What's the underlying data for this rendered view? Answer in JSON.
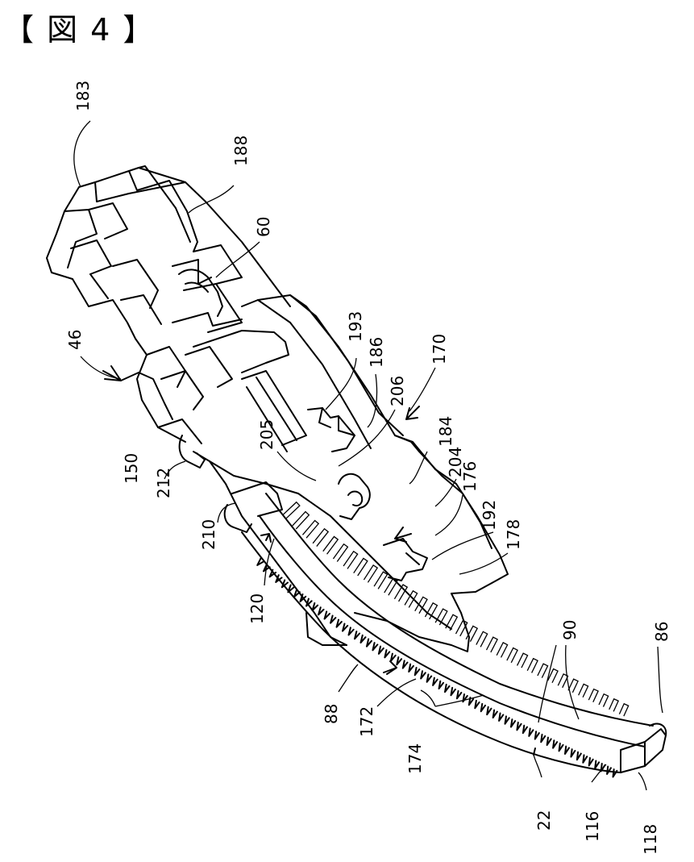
{
  "figure_title": "【 図 4 】",
  "reference_numerals": [
    {
      "id": "183",
      "text": "183"
    },
    {
      "id": "188",
      "text": "188"
    },
    {
      "id": "60",
      "text": "60"
    },
    {
      "id": "46",
      "text": "46"
    },
    {
      "id": "193",
      "text": "193"
    },
    {
      "id": "186",
      "text": "186"
    },
    {
      "id": "170",
      "text": "170"
    },
    {
      "id": "206",
      "text": "206"
    },
    {
      "id": "184",
      "text": "184"
    },
    {
      "id": "205",
      "text": "205"
    },
    {
      "id": "204",
      "text": "204"
    },
    {
      "id": "176",
      "text": "176"
    },
    {
      "id": "150",
      "text": "150"
    },
    {
      "id": "212",
      "text": "212"
    },
    {
      "id": "192",
      "text": "192"
    },
    {
      "id": "178",
      "text": "178"
    },
    {
      "id": "210",
      "text": "210"
    },
    {
      "id": "120",
      "text": "120"
    },
    {
      "id": "90",
      "text": "90"
    },
    {
      "id": "86",
      "text": "86"
    },
    {
      "id": "88",
      "text": "88"
    },
    {
      "id": "172",
      "text": "172"
    },
    {
      "id": "174",
      "text": "174"
    },
    {
      "id": "22",
      "text": "22"
    },
    {
      "id": "116",
      "text": "116"
    },
    {
      "id": "118",
      "text": "118"
    }
  ]
}
